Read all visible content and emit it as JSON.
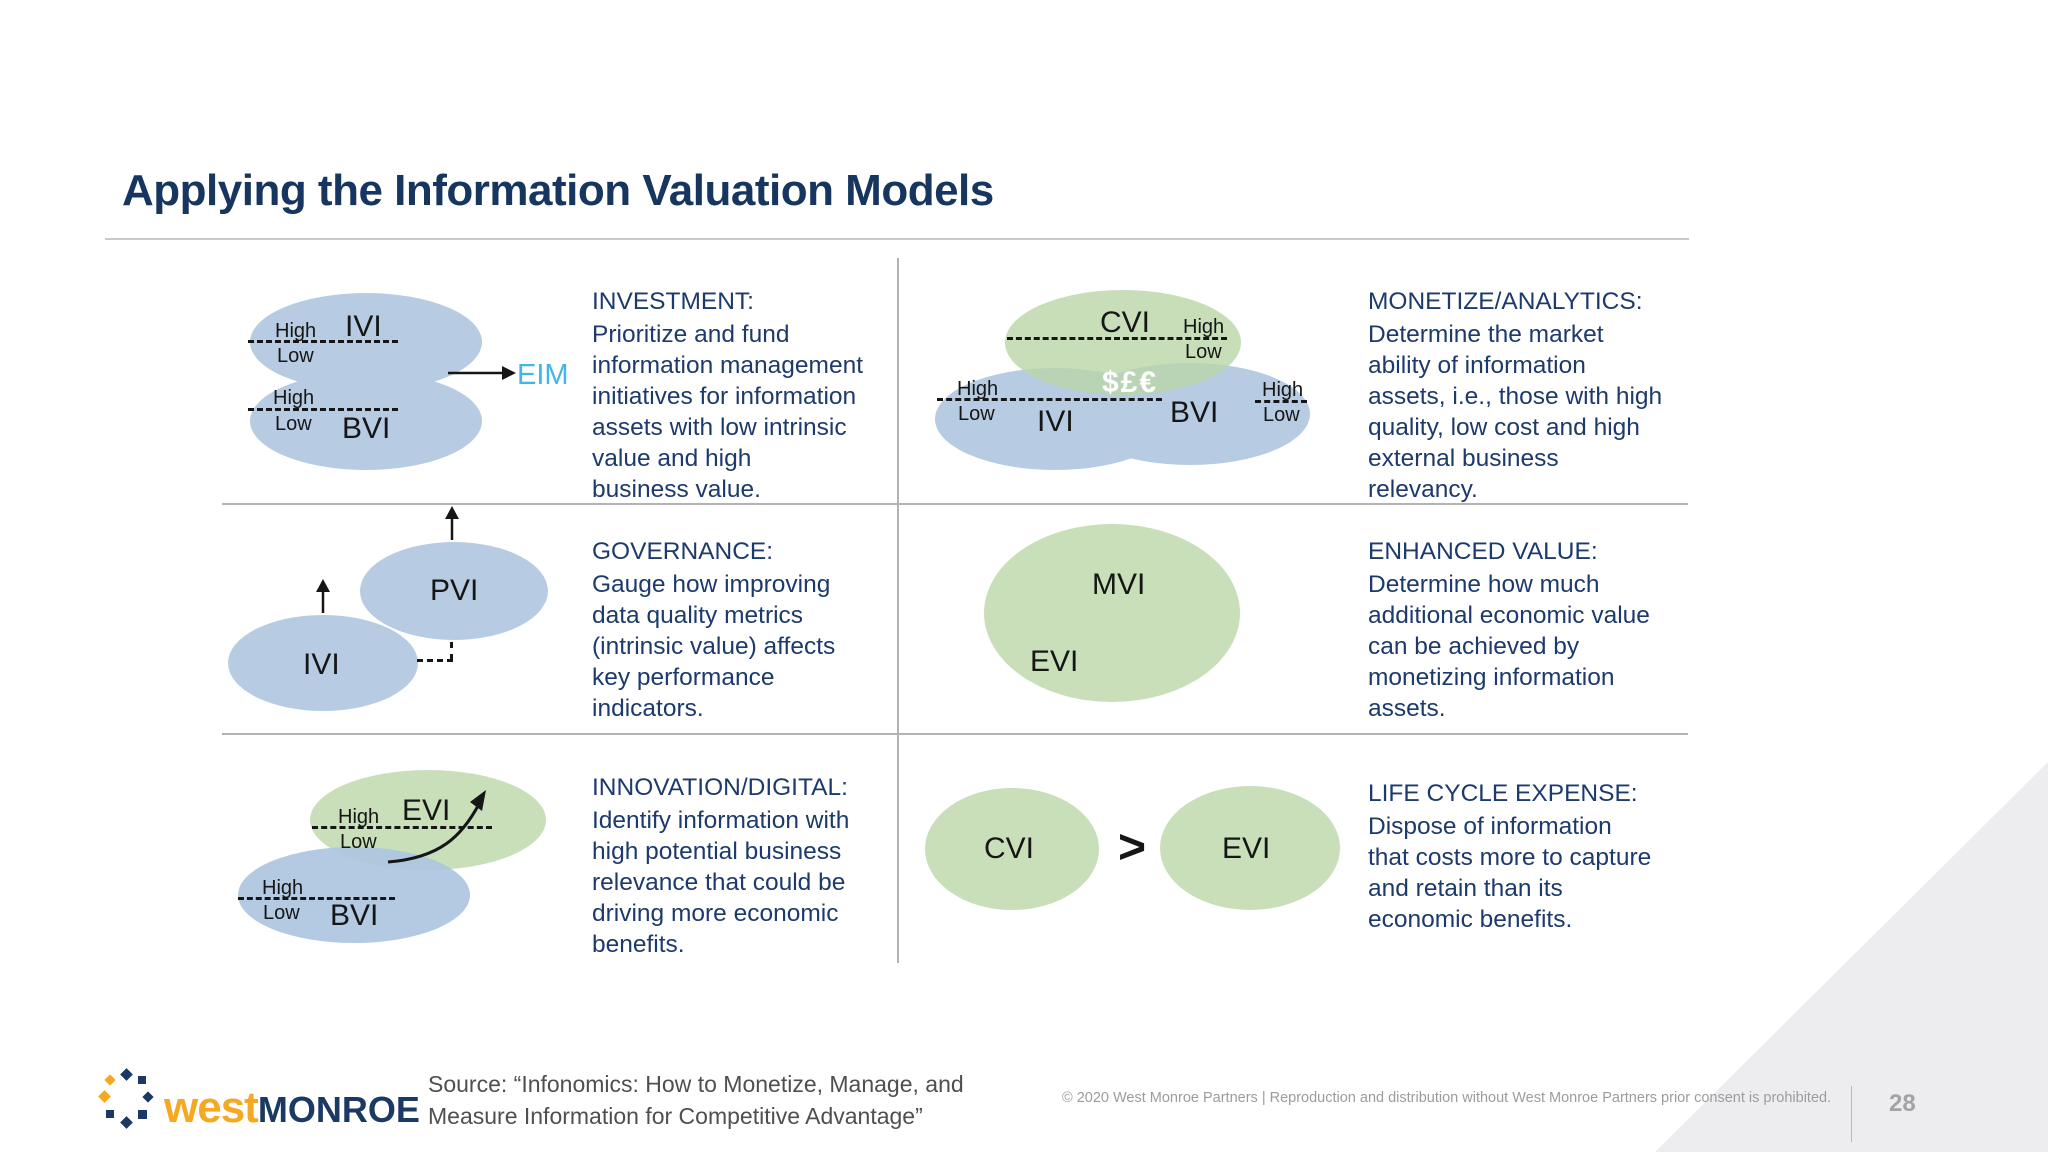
{
  "slide": {
    "title": "Applying the Information Valuation Models",
    "labels": {
      "high": "High",
      "low": "Low"
    },
    "quadrants": [
      {
        "id": "investment",
        "heading": "INVESTMENT:",
        "body": "Prioritize and fund\ninformation management\ninitiatives for information\nassets with low intrinsic\nvalue and high\nbusiness value."
      },
      {
        "id": "monetize",
        "heading": "MONETIZE/ANALYTICS:",
        "body": "Determine the market\nability of information\nassets, i.e., those with high\nquality, low cost and high\nexternal business\nrelevancy."
      },
      {
        "id": "governance",
        "heading": "GOVERNANCE:",
        "body": "Gauge how improving\ndata quality metrics\n(intrinsic value) affects\nkey performance\nindicators."
      },
      {
        "id": "enhanced",
        "heading": "ENHANCED VALUE:",
        "body": "Determine how much\nadditional economic value\ncan be achieved by\nmonetizing information\nassets."
      },
      {
        "id": "innovation",
        "heading": "INNOVATION/DIGITAL:",
        "body": "Identify information with\nhigh potential business\nrelevance that could be\ndriving more economic\nbenefits."
      },
      {
        "id": "lifecycle",
        "heading": "LIFE CYCLE EXPENSE:",
        "body": "Dispose of information\nthat costs more to capture\nand retain than its\neconomic benefits."
      }
    ],
    "diagrams": {
      "investment": {
        "top": "IVI",
        "bottom": "BVI",
        "arrow_target": "EIM"
      },
      "monetize": {
        "green": "CVI",
        "left": "IVI",
        "right": "BVI",
        "currency": "$£€"
      },
      "governance": {
        "upper": "PVI",
        "lower": "IVI"
      },
      "enhanced": {
        "upper": "MVI",
        "lower": "EVI"
      },
      "innovation": {
        "green": "EVI",
        "blue": "BVI"
      },
      "lifecycle": {
        "left": "CVI",
        "comparator": ">",
        "right": "EVI"
      }
    },
    "footer": {
      "logo_west": "west",
      "logo_monroe": "MONROE",
      "source": "Source: “Infonomics: How to Monetize, Manage, and\nMeasure Information for Competitive Advantage”",
      "copyright": "© 2020 West Monroe Partners | Reproduction and distribution without West Monroe Partners prior consent  is prohibited.",
      "page": "28"
    },
    "colors": {
      "title_navy": "#16355f",
      "body_navy": "#1d3a6c",
      "blue_ellipse": "#b7cce3",
      "green_ellipse": "#c8dfba",
      "eim_cyan": "#41b6e8",
      "logo_gold": "#f7a823",
      "logo_navy": "#1b3a63",
      "gray_line": "#b3b3b3",
      "footer_gray": "#9c9c9c"
    }
  }
}
